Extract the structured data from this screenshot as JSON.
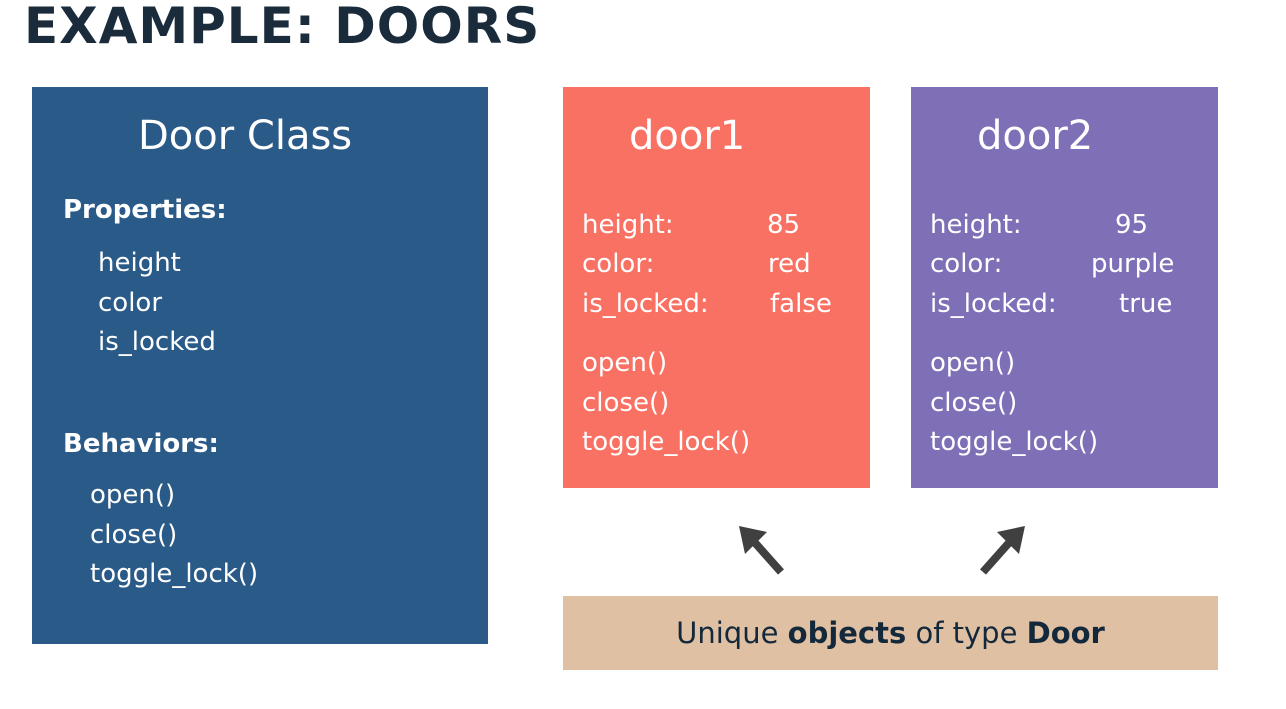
{
  "title": "EXAMPLE: DOORS",
  "class_box": {
    "title": "Door Class",
    "properties_heading": "Properties:",
    "properties": [
      "height",
      "color",
      "is_locked"
    ],
    "behaviors_heading": "Behaviors:",
    "behaviors": [
      "open()",
      "close()",
      "toggle_lock()"
    ],
    "color": "#2a5a87"
  },
  "objects": [
    {
      "title": "door1",
      "color": "#f97163",
      "properties": [
        {
          "key": "height:",
          "value": "85"
        },
        {
          "key": "color:",
          "value": "red"
        },
        {
          "key": "is_locked:",
          "value": "false"
        }
      ],
      "methods": [
        "open()",
        "close()",
        "toggle_lock()"
      ]
    },
    {
      "title": "door2",
      "color": "#7f6fb7",
      "properties": [
        {
          "key": "height:",
          "value": "95"
        },
        {
          "key": "color:",
          "value": "purple"
        },
        {
          "key": "is_locked:",
          "value": "true"
        }
      ],
      "methods": [
        "open()",
        "close()",
        "toggle_lock()"
      ]
    }
  ],
  "caption": {
    "part1": "Unique ",
    "part2": "objects",
    "part3": " of type ",
    "part4": "Door",
    "color": "#e0c0a2"
  },
  "arrows": [
    "arrow-up-left-icon",
    "arrow-up-right-icon"
  ]
}
